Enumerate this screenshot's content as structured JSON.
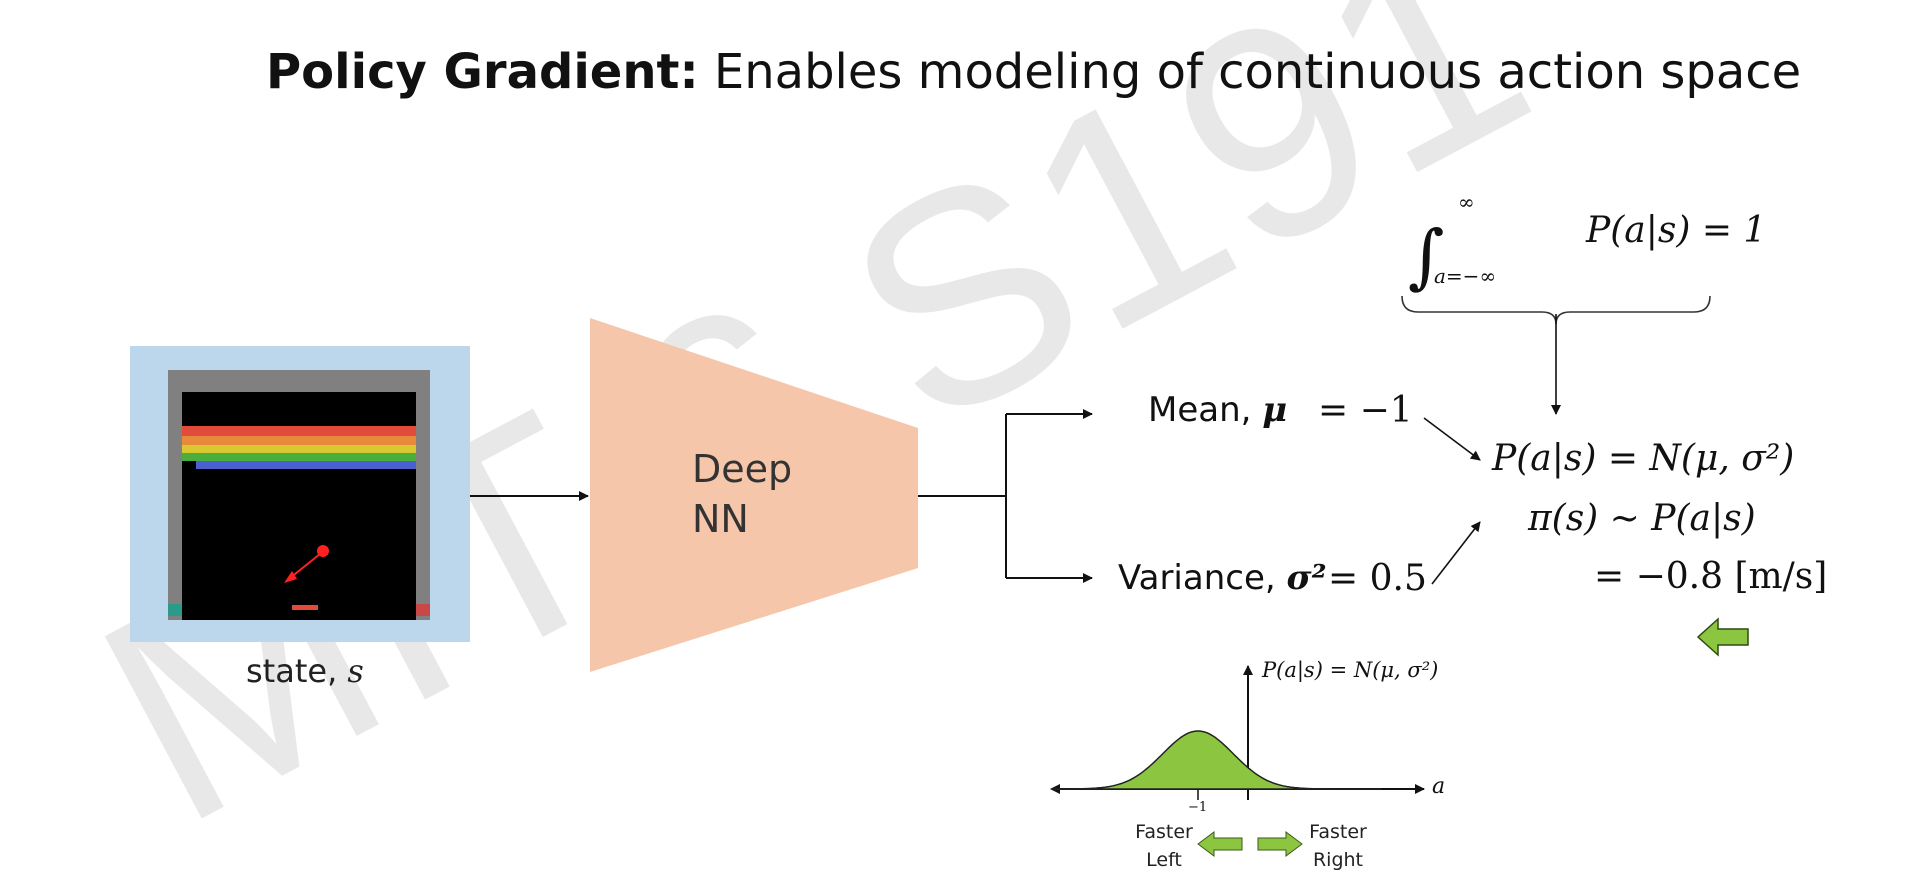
{
  "title": {
    "bold": "Policy Gradient:",
    "rest": " Enables modeling of continuous action space"
  },
  "watermark": "MIT 6.S191",
  "state": {
    "caption_text": "state, ",
    "caption_var": "s"
  },
  "network": {
    "line1": "Deep",
    "line2": "NN"
  },
  "outputs": {
    "mean_label": "Mean, ",
    "mean_symbol": "μ",
    "mean_value": "= −1",
    "variance_label": "Variance, ",
    "variance_symbol": "σ²",
    "variance_value": "= 0.5"
  },
  "constraint": {
    "lower": "a=−∞",
    "upper": "∞",
    "expr": "P(a|s) = 1"
  },
  "equations": {
    "dist": "P(a|s) = N(μ, σ²)",
    "policy": "π(s) ~ P(a|s)",
    "sample": "= −0.8 [m/s]"
  },
  "plot": {
    "curve_label": "P(a|s) = N(μ, σ²)",
    "x_axis_label": "a",
    "tick_label": "−1",
    "left_label": "Faster\nLeft",
    "right_label": "Faster\nRight",
    "mean": -1,
    "variance": 0.5
  },
  "colors": {
    "nn_fill": "#f5c6a9",
    "state_bg": "#bcd6ec",
    "arrow_green": "#8cc640",
    "curve_fill": "#8cc640",
    "watermark": "#e6e6e6",
    "game_bricks": [
      "#e24a3a",
      "#e88a3c",
      "#d8c832",
      "#4aae3c",
      "#4a5fd0"
    ]
  }
}
